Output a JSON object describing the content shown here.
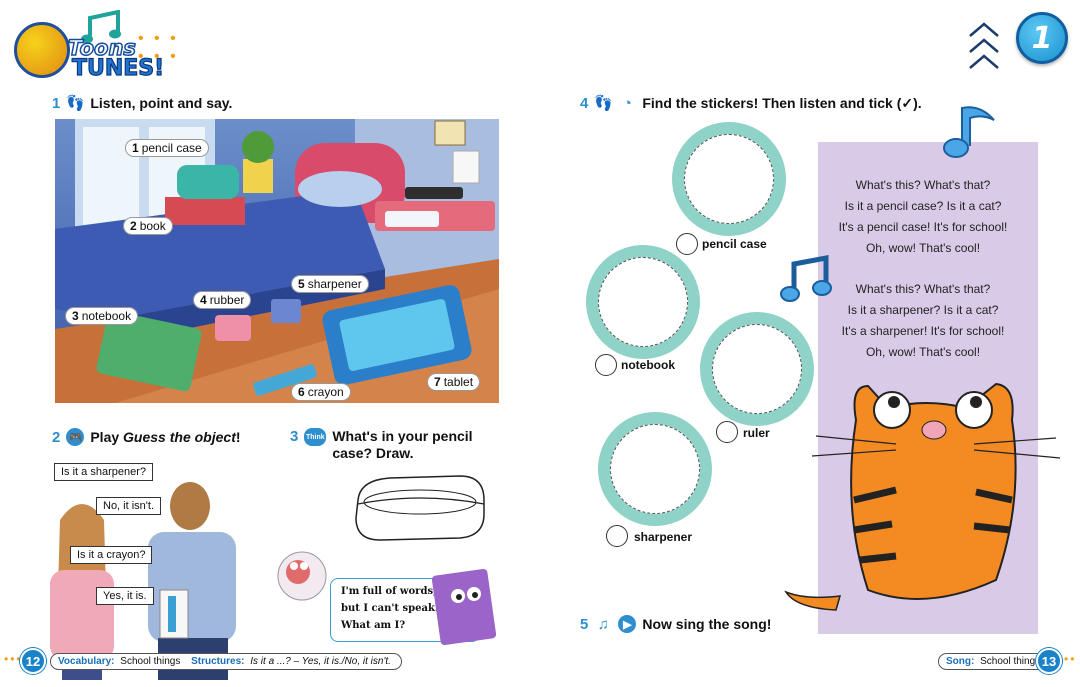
{
  "logo": {
    "line1": "Toons",
    "line2": "TUNES!",
    "dots": "• • • • • •"
  },
  "unit": {
    "number": "1"
  },
  "activities": {
    "a1": {
      "num": "1",
      "title": "Listen, point and say."
    },
    "a2": {
      "num": "2",
      "title_prefix": "Play ",
      "title_em": "Guess the object",
      "title_suffix": "!"
    },
    "a3": {
      "num": "3",
      "badge": "Think",
      "title": "What's in your pencil case? Draw."
    },
    "a4": {
      "num": "4",
      "title": "Find the stickers! Then listen and tick (✓)."
    },
    "a5": {
      "num": "5",
      "title": "Now sing the song!"
    }
  },
  "scene_labels": [
    {
      "num": "1",
      "text": "pencil case"
    },
    {
      "num": "2",
      "text": "book"
    },
    {
      "num": "3",
      "text": "notebook"
    },
    {
      "num": "4",
      "text": "rubber"
    },
    {
      "num": "5",
      "text": "sharpener"
    },
    {
      "num": "6",
      "text": "crayon"
    },
    {
      "num": "7",
      "text": "tablet"
    }
  ],
  "dialogue": [
    "Is it a sharpener?",
    "No, it isn't.",
    "Is it a crayon?",
    "Yes, it is."
  ],
  "riddle": {
    "line1": "I'm full of words,",
    "line2": "but I can't speak.",
    "line3": "What am I?"
  },
  "stickers": [
    "pencil case",
    "notebook",
    "ruler",
    "sharpener"
  ],
  "song": {
    "verse1": [
      "What's this? What's that?",
      "Is it a pencil case? Is it a cat?",
      "It's a pencil case! It's for school!",
      "Oh, wow! That's cool!"
    ],
    "verse2": [
      "What's this? What's that?",
      "Is it a sharpener? Is it a cat?",
      "It's a sharpener! It's for school!",
      "Oh, wow! That's cool!"
    ]
  },
  "footer": {
    "left_page": "12",
    "right_page": "13",
    "vocab_key": "Vocabulary:",
    "vocab_val": "School things",
    "struct_key": "Structures:",
    "struct_val": "Is it a ...? – Yes, it is./No, it isn't.",
    "song_key": "Song:",
    "song_val": "School things"
  }
}
